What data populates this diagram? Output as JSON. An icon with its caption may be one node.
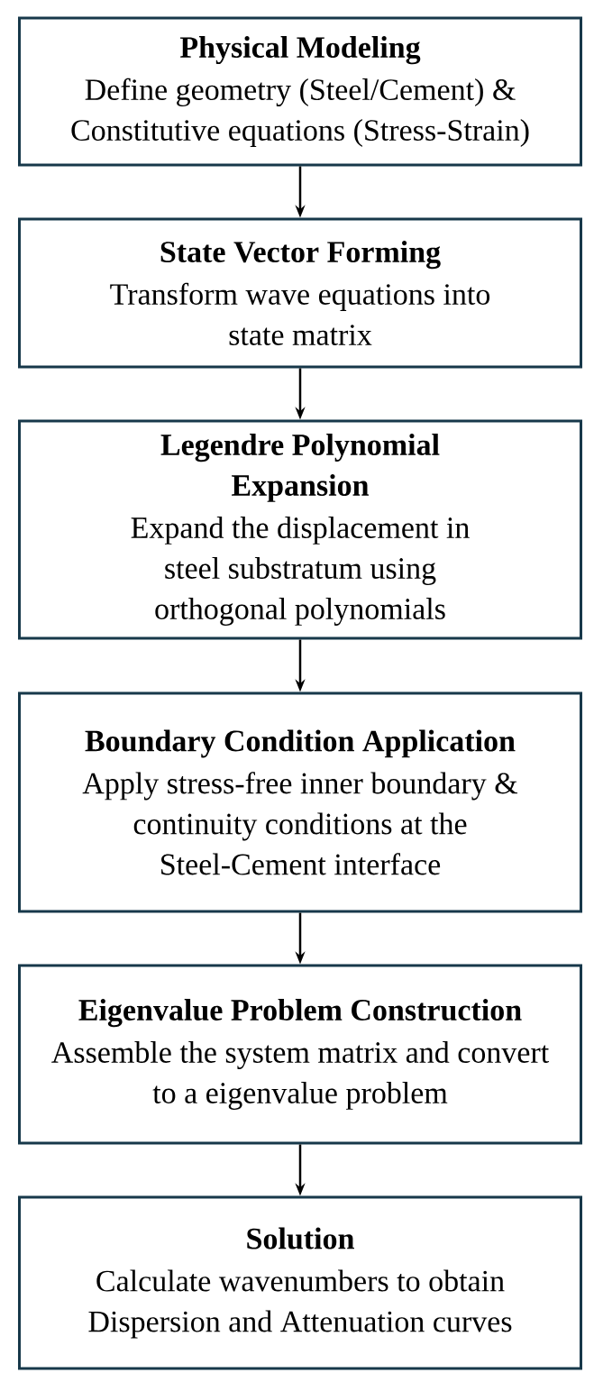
{
  "diagram": {
    "nodes": [
      {
        "text": [
          "Physical Modeling",
          "Define geometry (Steel/Cement) & Constitutive equations (Stress-Strain)"
        ]
      },
      {
        "text": [
          "State Vector Forming",
          "Transform wave equations into state matrix"
        ]
      },
      {
        "text": [
          "Legendre Polynomial Expansion",
          "Expand the displacement in steel substratum using orthogonal polynomials"
        ]
      },
      {
        "text": [
          "Boundary Condition Application",
          "Apply stress-free inner boundary & continuity conditions at the Steel-Cement interface"
        ]
      },
      {
        "text": [
          "Eigenvalue Problem Construction",
          "Assemble the system matrix and convert to a eigenvalue problem"
        ]
      },
      {
        "text": [
          "Solution",
          "Calculate wavenumbers to obtain Dispersion and Attenuation curves"
        ]
      }
    ],
    "edges": [
      {
        "from": 0,
        "to": 1,
        "arrow": "to"
      },
      {
        "from": 1,
        "to": 2,
        "arrow": "to"
      },
      {
        "from": 2,
        "to": 3,
        "arrow": "to"
      },
      {
        "from": 3,
        "to": 4,
        "arrow": "to"
      },
      {
        "from": 4,
        "to": 5,
        "arrow": "to"
      }
    ]
  }
}
